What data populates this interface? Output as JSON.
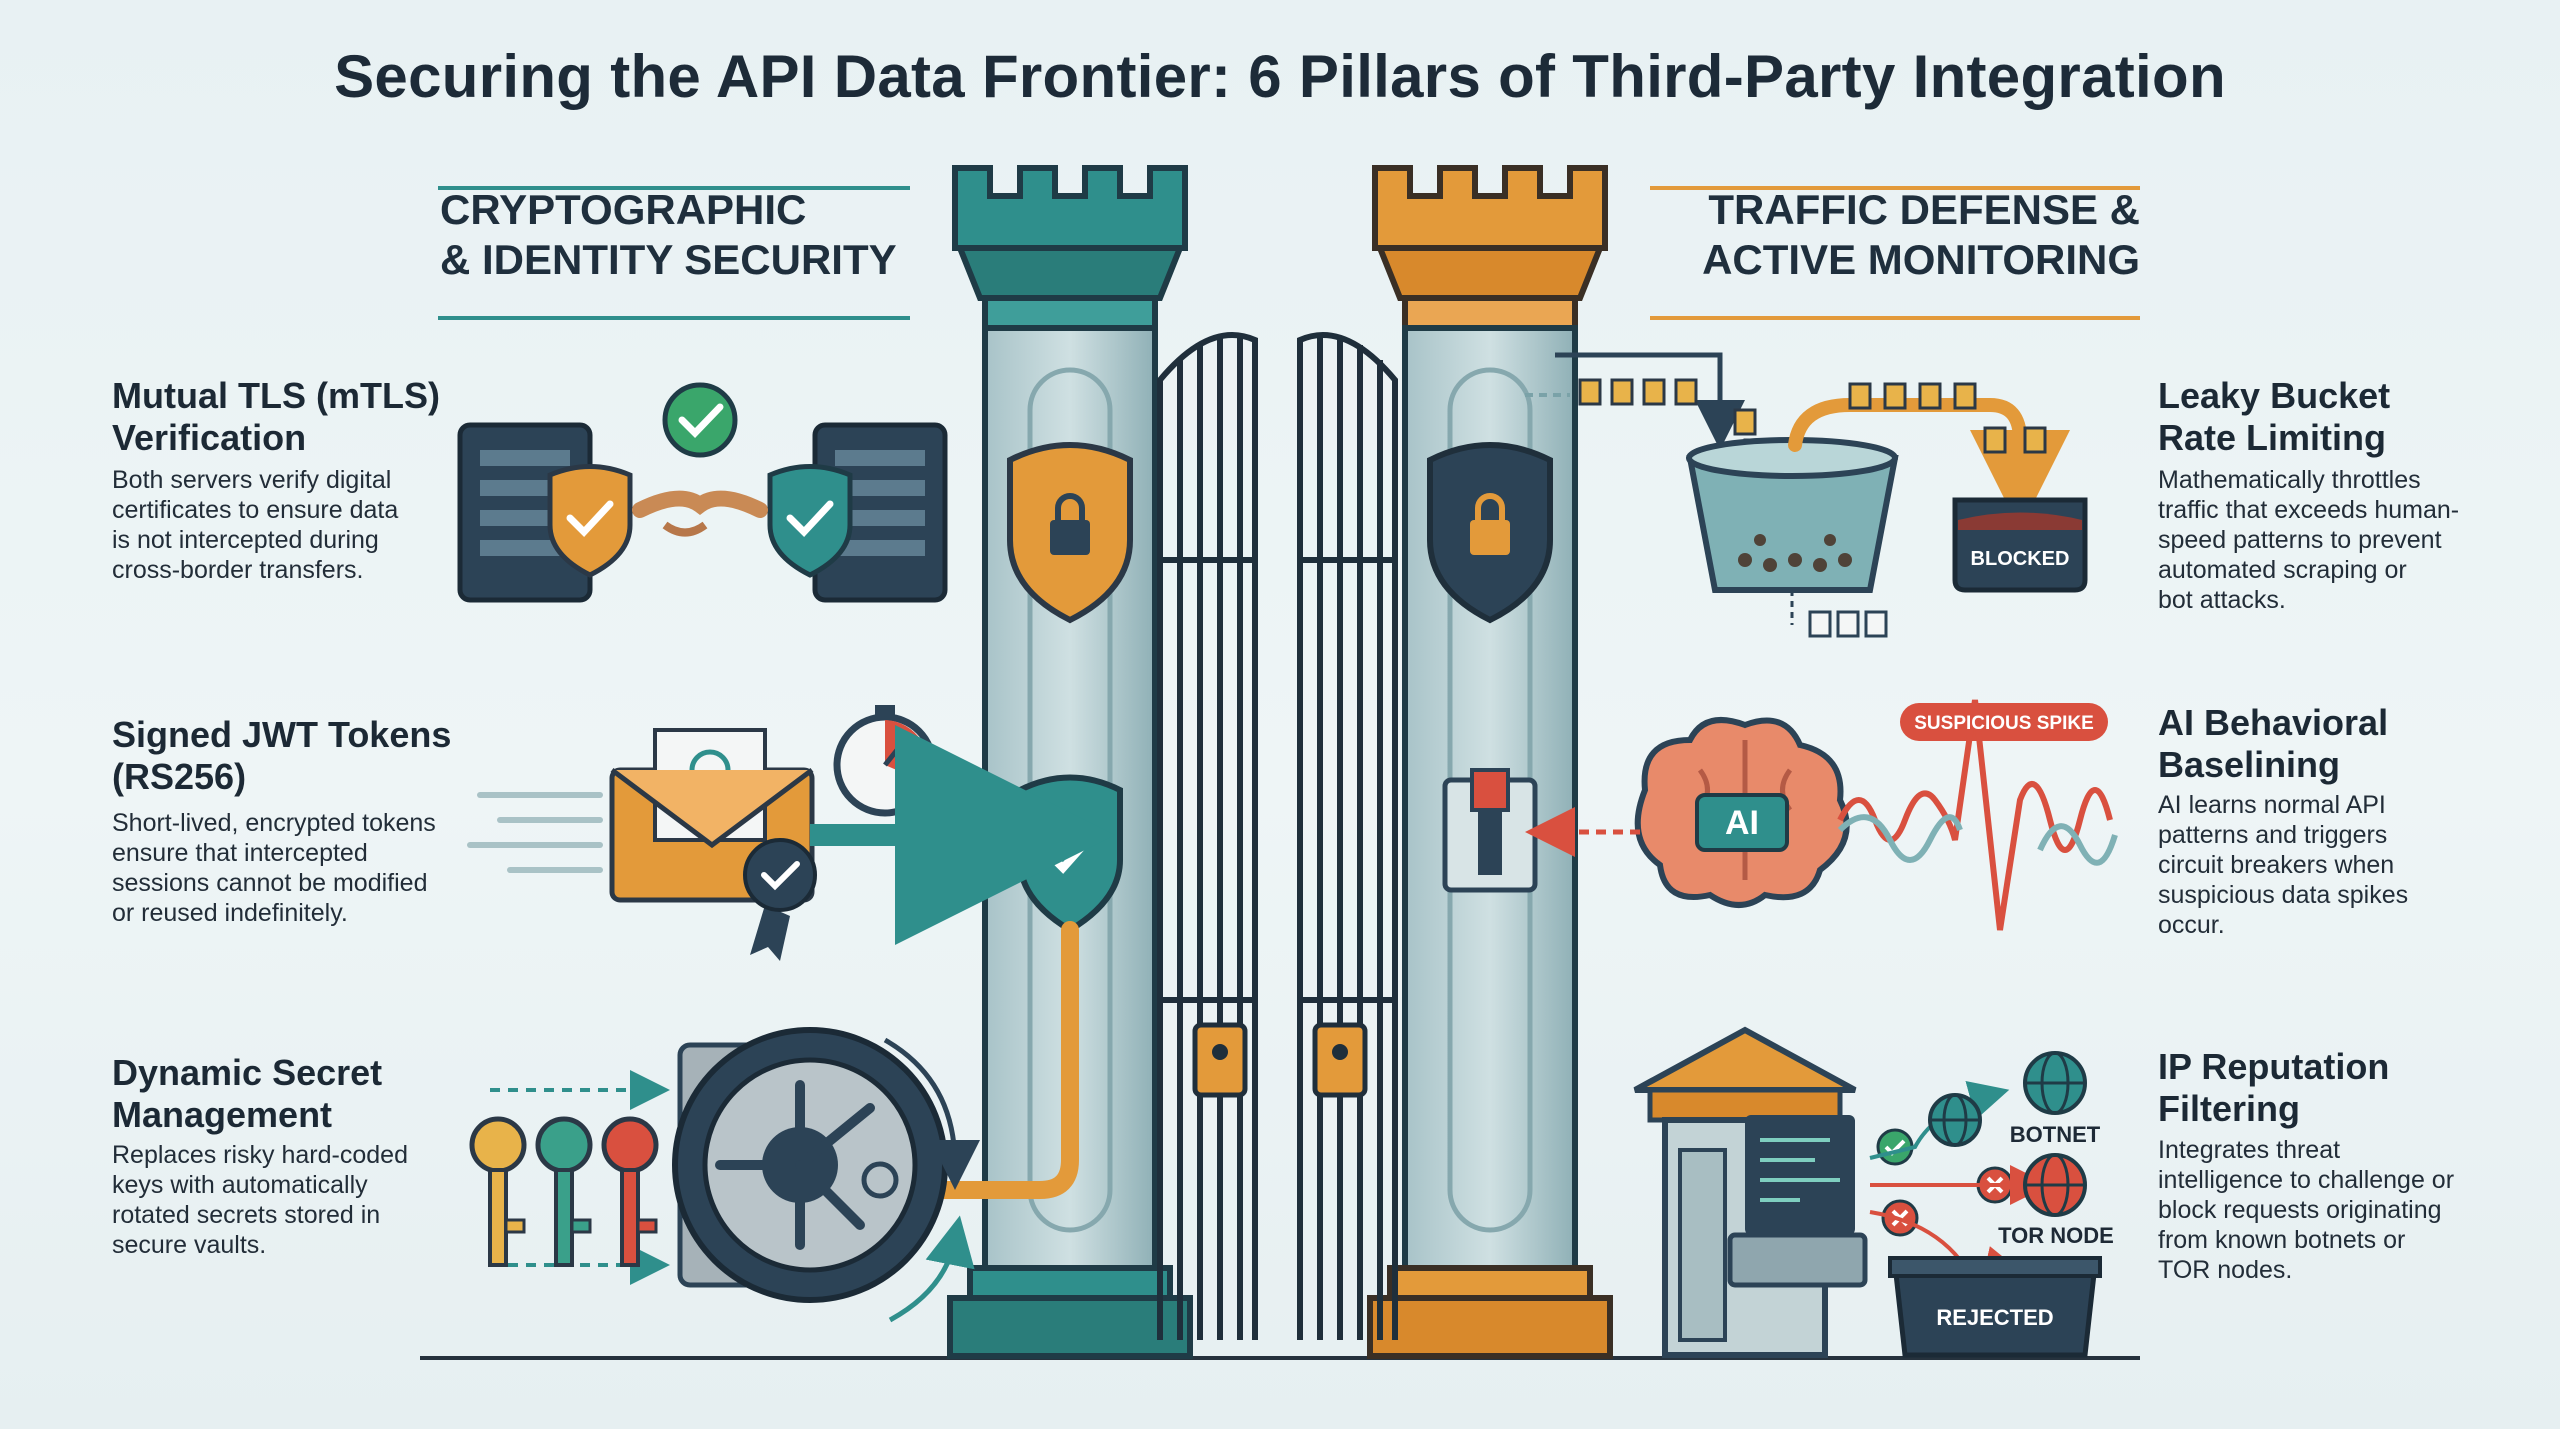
{
  "title": "Securing the API Data Frontier: 6 Pillars of Third-Party Integration",
  "sections": {
    "left": {
      "line1": "CRYPTOGRAPHIC",
      "line2": "& IDENTITY SECURITY"
    },
    "right": {
      "line1": "TRAFFIC DEFENSE &",
      "line2": "ACTIVE MONITORING"
    }
  },
  "pillars": [
    {
      "title_line1": "Mutual TLS (mTLS)",
      "title_line2": "Verification",
      "desc": [
        "Both servers verify digital",
        "certificates to ensure data",
        "is not intercepted during",
        "cross-border transfers."
      ]
    },
    {
      "title_line1": "Signed JWT Tokens",
      "title_line2": "(RS256)",
      "desc": [
        "Short-lived, encrypted tokens",
        "ensure that intercepted",
        "sessions cannot be modified",
        "or reused indefinitely."
      ]
    },
    {
      "title_line1": "Dynamic Secret",
      "title_line2": "Management",
      "desc": [
        "Replaces risky hard-coded",
        "keys with automatically",
        "rotated secrets stored in",
        "secure vaults."
      ]
    },
    {
      "title_line1": "Leaky Bucket",
      "title_line2": "Rate Limiting",
      "desc": [
        "Mathematically throttles",
        "traffic that exceeds human-",
        "speed patterns to prevent",
        "automated scraping or",
        "bot attacks."
      ]
    },
    {
      "title_line1": "AI Behavioral",
      "title_line2": "Baselining",
      "desc": [
        "AI learns normal API",
        "patterns and triggers",
        "circuit breakers when",
        "suspicious data spikes",
        "occur."
      ]
    },
    {
      "title_line1": "IP Reputation",
      "title_line2": "Filtering",
      "desc": [
        "Integrates threat",
        "intelligence to challenge or",
        "block requests originating",
        "from known botnets or",
        "TOR nodes."
      ]
    }
  ],
  "labels": {
    "blocked": "BLOCKED",
    "suspicious": "SUSPICIOUS SPIKE",
    "ai": "AI",
    "botnet": "BOTNET",
    "tor": "TOR NODE",
    "rejected": "REJECTED"
  },
  "colors": {
    "teal": "#2f8f8c",
    "orange": "#e39a3a",
    "navy": "#2c4356",
    "red": "#d9503f",
    "green": "#3aa66b"
  },
  "icons": [
    "server-icon",
    "handshake-icon",
    "checkmark-badge-icon",
    "shield-icon",
    "padlock-icon",
    "envelope-icon",
    "stopwatch-icon",
    "ribbon-seal-icon",
    "vault-icon",
    "key-icon",
    "bucket-icon",
    "brain-icon",
    "wave-icon",
    "guard-booth-icon",
    "globe-icon",
    "rejected-bin-icon",
    "breaker-switch-icon",
    "gate-icon",
    "tower-icon"
  ]
}
